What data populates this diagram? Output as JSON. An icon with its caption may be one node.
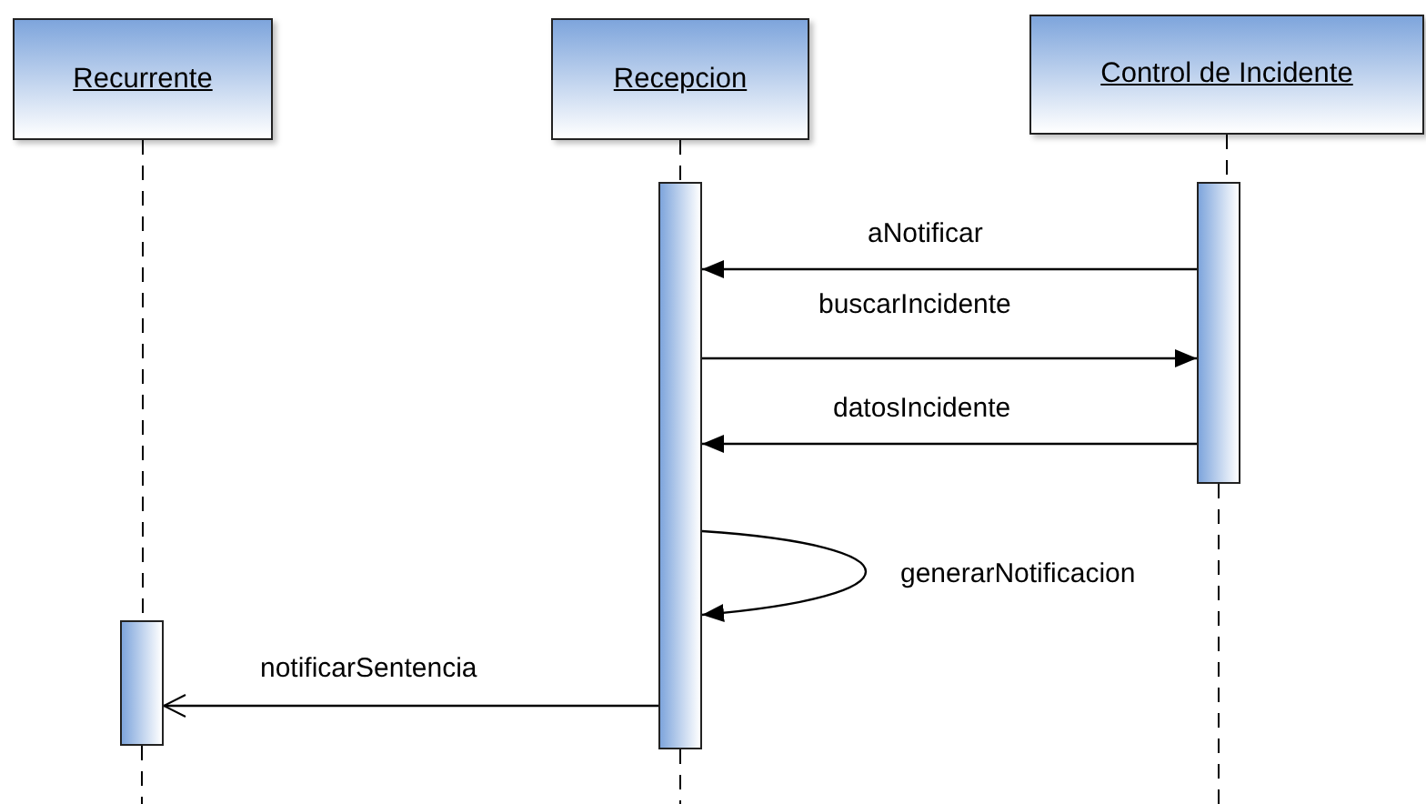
{
  "diagram": {
    "nodes": [
      {
        "text": [
          "Recurrente"
        ]
      },
      {
        "text": [
          "Recepcion"
        ]
      },
      {
        "text": [
          "Control de Incidente"
        ]
      },
      {
        "text": [],
        "shape": "bar"
      },
      {
        "text": [],
        "shape": "bar"
      },
      {
        "text": [],
        "shape": "bar"
      }
    ],
    "edges": [
      {
        "from": 0,
        "to": 5,
        "arrow": "none",
        "style": "dashed"
      },
      {
        "from": 5,
        "to": null,
        "arrow": "none",
        "style": "dashed"
      },
      {
        "from": 1,
        "to": 3,
        "arrow": "none",
        "style": "dashed"
      },
      {
        "from": 3,
        "to": null,
        "arrow": "none",
        "style": "dashed"
      },
      {
        "from": 2,
        "to": 4,
        "arrow": "none",
        "style": "dashed"
      },
      {
        "from": 4,
        "to": null,
        "arrow": "none",
        "style": "dashed"
      },
      {
        "from": 4,
        "to": 3,
        "arrow": "to",
        "label": "aNotificar"
      },
      {
        "from": 3,
        "to": 4,
        "arrow": "to",
        "label": "buscarIncidente"
      },
      {
        "from": 4,
        "to": 3,
        "arrow": "to",
        "label": "datosIncidente"
      },
      {
        "from": 3,
        "to": 3,
        "arrow": "to",
        "label": "generarNotificacion"
      },
      {
        "from": 3,
        "to": 5,
        "arrow": "to",
        "label": "notificarSentencia"
      }
    ]
  }
}
